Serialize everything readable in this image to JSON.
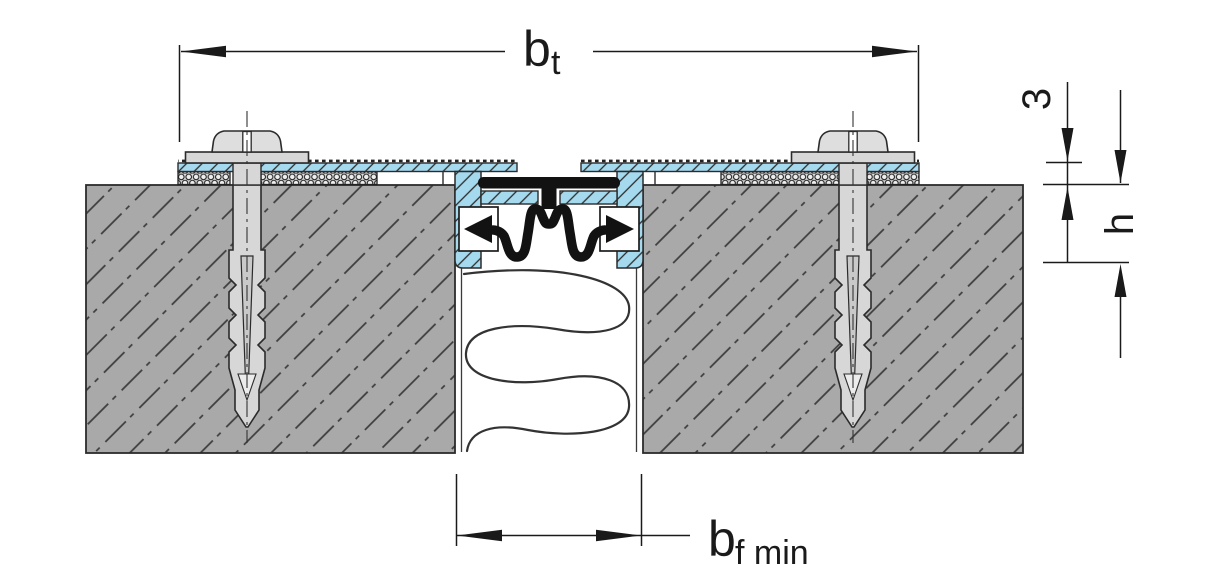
{
  "drawing": {
    "labels": {
      "bt": {
        "main": "b",
        "sub": "t"
      },
      "protrusion": "3",
      "profile_height": "h",
      "joint_width": {
        "main": "b",
        "sub": "f min"
      }
    },
    "colors": {
      "background": "#ffffff",
      "outline": "#2b2b2b",
      "dim": "#1a1a1a",
      "concrete": "#a9a9a9",
      "profile-blue": "#a5d9ee",
      "metal": "#d7d7d7",
      "rubber": "#121212"
    }
  }
}
